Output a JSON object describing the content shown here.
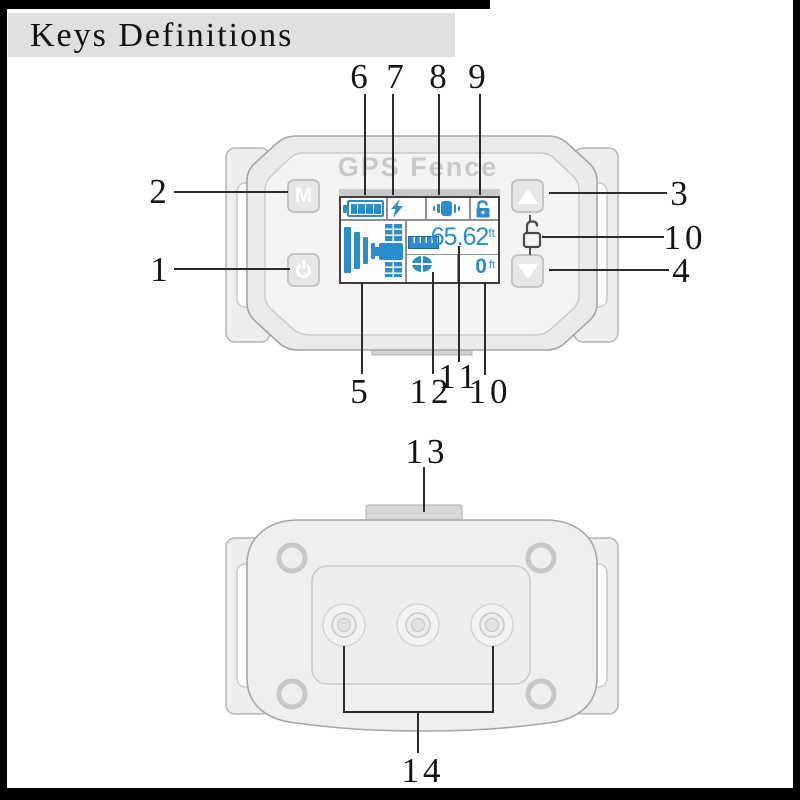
{
  "title": "Keys Definitions",
  "front": {
    "brand": "GPS Fence",
    "mode_button": "M",
    "screen": {
      "distance_value": "65.62",
      "distance_unit": "ft",
      "boundary_value": "0",
      "boundary_unit": "ft"
    }
  },
  "callouts": {
    "power": "1",
    "mode": "2",
    "up": "3",
    "down": "4",
    "signal": "5",
    "battery": "6",
    "shock": "7",
    "vibration": "8",
    "screen_lock": "9",
    "key_lock": "10",
    "key_lock_screen": "10",
    "distance": "11",
    "fence_area": "12",
    "charging_port": "13",
    "contact_points": "14"
  },
  "icons": {
    "battery": "battery-icon",
    "shock": "lightning-icon",
    "vibration": "vibration-icon",
    "screen_lock": "lock-icon",
    "signal": "signal-bars-icon",
    "satellite": "satellite-icon",
    "ruler": "ruler-icon",
    "fence_area": "fence-circle-icon",
    "key_lock": "unlock-icon",
    "power": "power-icon",
    "up": "arrow-up-icon",
    "down": "arrow-down-icon"
  },
  "colors": {
    "accent_blue": "#2b8cce",
    "device_gray": "#eaeaea",
    "frame_black": "#000000",
    "title_bg": "#dfdfdf"
  }
}
